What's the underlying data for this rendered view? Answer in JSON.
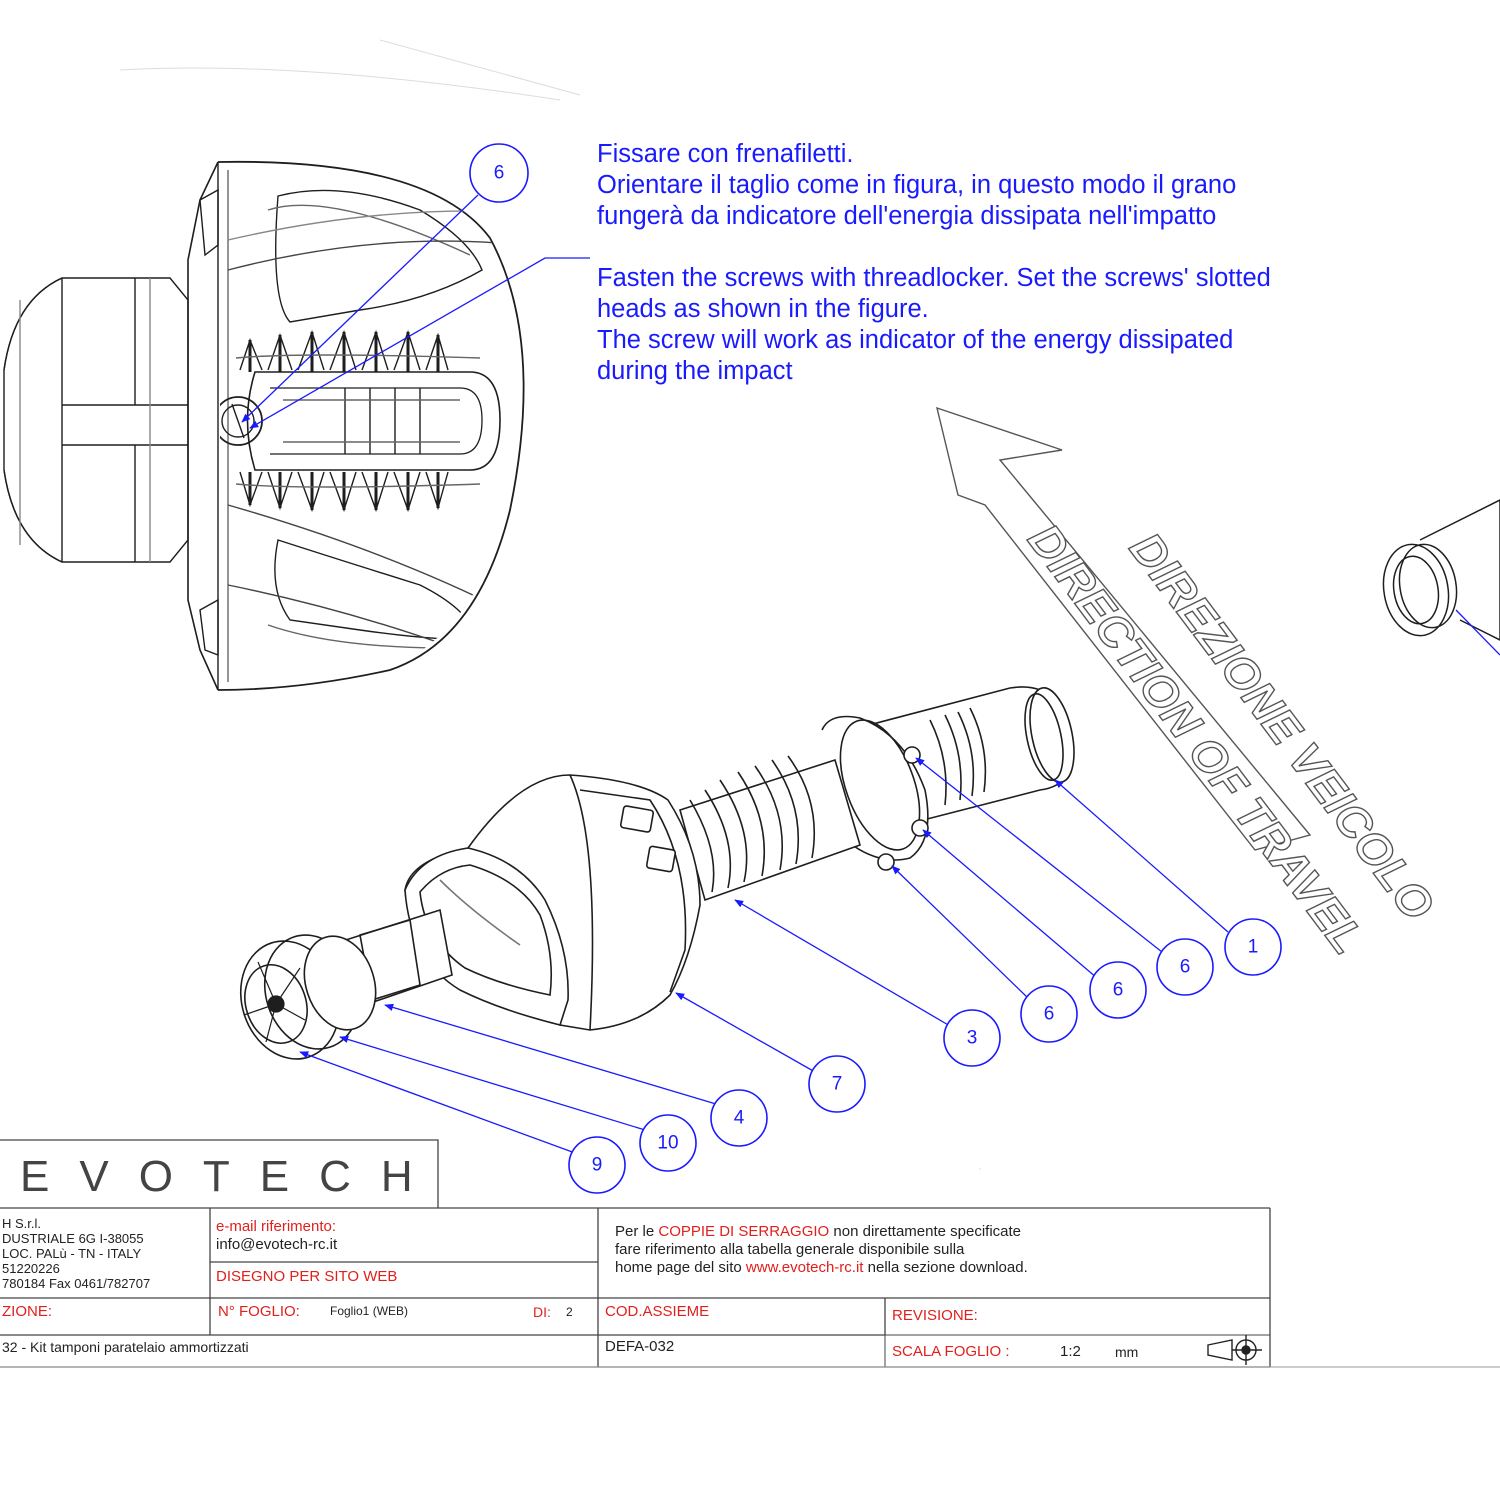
{
  "notes": {
    "it_line1": "Fissare con frenafiletti.",
    "it_line2": "Orientare il taglio come in figura, in questo modo il grano",
    "it_line3": "fungerà da indicatore dell'energia dissipata nell'impatto",
    "en_line1": "Fasten the screws with threadlocker. Set the screws' slotted",
    "en_line2": "heads as shown in the figure.",
    "en_line3": "The screw will work as indicator of the energy dissipated",
    "en_line4": "during the impact"
  },
  "direction": {
    "it": "DIREZIONE VEICOLO",
    "en": "DIRECTION OF TRAVEL"
  },
  "balloons": {
    "detail": "6",
    "b1": "1",
    "b6a": "6",
    "b6b": "6",
    "b6c": "6",
    "b3": "3",
    "b7": "7",
    "b4": "4",
    "b10": "10",
    "b9": "9"
  },
  "title_block": {
    "logo": "EVOTECH",
    "company_line1": "H S.r.l.",
    "company_line2": "DUSTRIALE 6G  I-38055",
    "company_line3": "LOC. PALù  - TN - ITALY",
    "company_line4": "51220226",
    "company_line5": "780184 Fax 0461/782707",
    "email_label": "e-mail riferimento:",
    "email_value": "info@evotech-rc.it",
    "drawing_type": "DISEGNO PER SITO WEB",
    "torque_note_prefix": "Per le ",
    "torque_note_highlight": "COPPIE DI SERRAGGIO",
    "torque_note_suffix": " non direttamente specificate",
    "torque_note_line2": "fare riferimento alla tabella generale disponibile sulla",
    "torque_note_line3_prefix": "home page del sito ",
    "torque_note_link": "www.evotech-rc.it",
    "torque_note_line3_suffix": " nella sezione download.",
    "description_label": "ZIONE:",
    "description_value": "32 - Kit tamponi paratelaio ammortizzati",
    "sheet_label": "N° FOGLIO:",
    "sheet_value": "Foglio1 (WEB)",
    "of_label": "DI:",
    "of_value": "2",
    "assembly_label": "COD.ASSIEME",
    "assembly_value": "DEFA-032",
    "revision_label": "REVISIONE:",
    "scale_label": "SCALA FOGLIO :",
    "scale_value": "1:2",
    "unit": "mm"
  }
}
